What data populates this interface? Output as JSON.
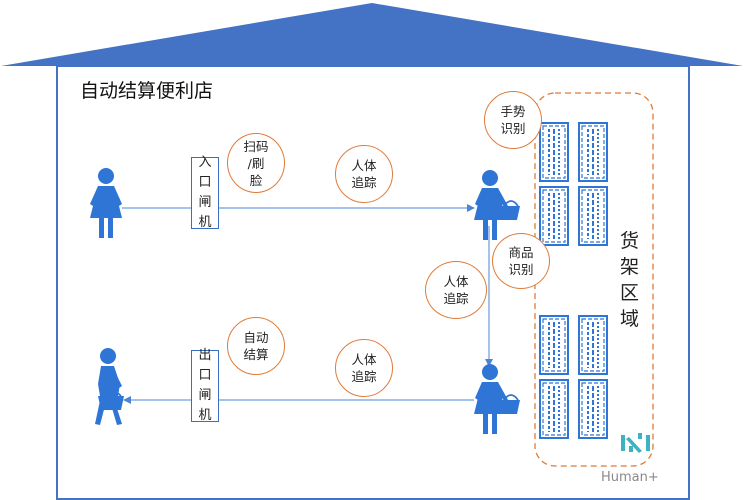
{
  "store_title": "自动结算便利店",
  "entry_gate": [
    "入",
    "口",
    "闸",
    "机"
  ],
  "exit_gate": [
    "出",
    "口",
    "闸",
    "机"
  ],
  "bubbles": {
    "scan_face": [
      "扫码",
      "/刷",
      "脸"
    ],
    "track_top": [
      "人体",
      "追踪"
    ],
    "gesture": [
      "手势",
      "识别"
    ],
    "product": [
      "商品",
      "识别"
    ],
    "track_mid": [
      "人体",
      "追踪"
    ],
    "auto_checkout": [
      "自动",
      "结算"
    ],
    "track_bottom": [
      "人体",
      "追踪"
    ]
  },
  "shelf_zone": [
    "货",
    "架",
    "区",
    "域"
  ],
  "brand": "Human+",
  "colors": {
    "roof": "#4472c4",
    "figure": "#2e75d6",
    "bubble_border": "#e07b39",
    "gate_border": "#3a6fbf",
    "zone_dash": "#e07b39",
    "arrow": "#4a86d4"
  }
}
